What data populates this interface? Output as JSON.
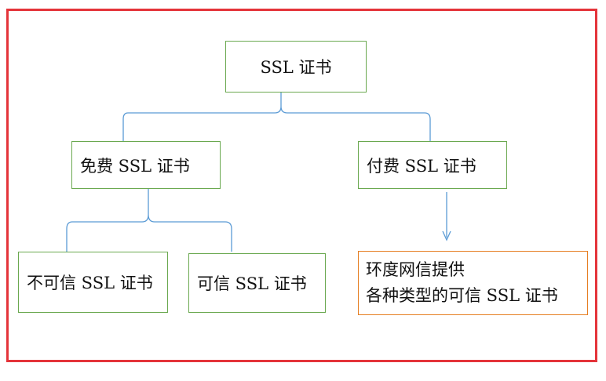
{
  "diagram": {
    "root": {
      "label": "SSL 证书"
    },
    "free": {
      "label": "免费 SSL 证书"
    },
    "paid": {
      "label": "付费 SSL 证书"
    },
    "untrusted": {
      "label": "不可信 SSL 证书"
    },
    "trusted": {
      "label": "可信 SSL 证书"
    },
    "provider": {
      "line1": "环度网信提供",
      "line2": "各种类型的可信 SSL 证书"
    }
  },
  "colors": {
    "frame": "#e4343a",
    "node_border": "#6aa84f",
    "result_border": "#e67e22",
    "connector": "#5b9bd5"
  }
}
